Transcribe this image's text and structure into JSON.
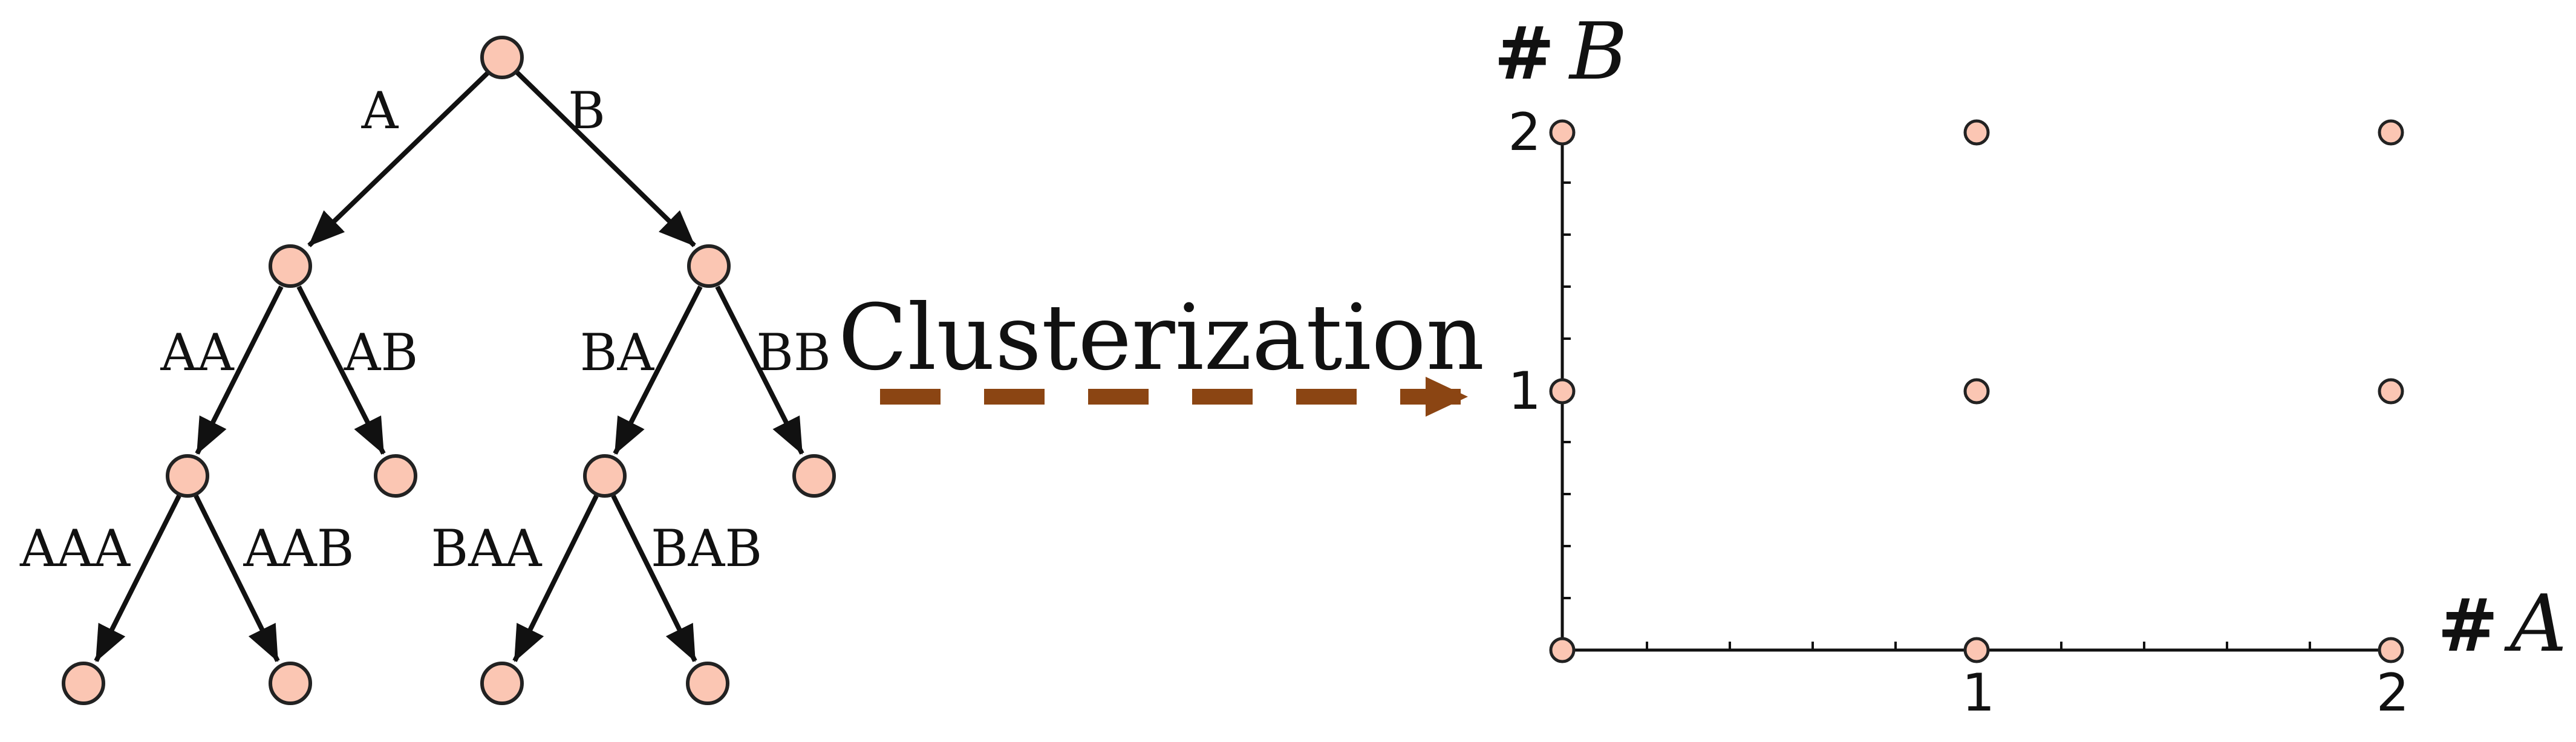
{
  "colors": {
    "node_fill": "#fbc6b3",
    "arrow": "#8b4513",
    "ink": "#111111"
  },
  "tree": {
    "nodes": [
      "",
      "A",
      "B",
      "AA",
      "AB",
      "BA",
      "BB",
      "AAA",
      "AAB",
      "BAA",
      "BAB"
    ],
    "edges": [
      {
        "from": "",
        "to": "A",
        "label": "A"
      },
      {
        "from": "",
        "to": "B",
        "label": "B"
      },
      {
        "from": "A",
        "to": "AA",
        "label": "AA"
      },
      {
        "from": "A",
        "to": "AB",
        "label": "AB"
      },
      {
        "from": "B",
        "to": "BA",
        "label": "BA"
      },
      {
        "from": "B",
        "to": "BB",
        "label": "BB"
      },
      {
        "from": "AA",
        "to": "AAA",
        "label": "AAA"
      },
      {
        "from": "AA",
        "to": "AAB",
        "label": "AAB"
      },
      {
        "from": "BA",
        "to": "BAA",
        "label": "BAA"
      },
      {
        "from": "BA",
        "to": "BAB",
        "label": "BAB"
      }
    ]
  },
  "transition": {
    "label": "Clusterization"
  },
  "grid_plot": {
    "x_axis": {
      "hash": "#",
      "letter": "A",
      "ticks": [
        "1",
        "2"
      ]
    },
    "y_axis": {
      "hash": "#",
      "letter": "B",
      "ticks": [
        "1",
        "2"
      ]
    },
    "points": [
      {
        "a": 0,
        "b": 0
      },
      {
        "a": 1,
        "b": 0
      },
      {
        "a": 2,
        "b": 0
      },
      {
        "a": 0,
        "b": 1
      },
      {
        "a": 1,
        "b": 1
      },
      {
        "a": 2,
        "b": 1
      },
      {
        "a": 0,
        "b": 2
      },
      {
        "a": 1,
        "b": 2
      },
      {
        "a": 2,
        "b": 2
      }
    ]
  }
}
